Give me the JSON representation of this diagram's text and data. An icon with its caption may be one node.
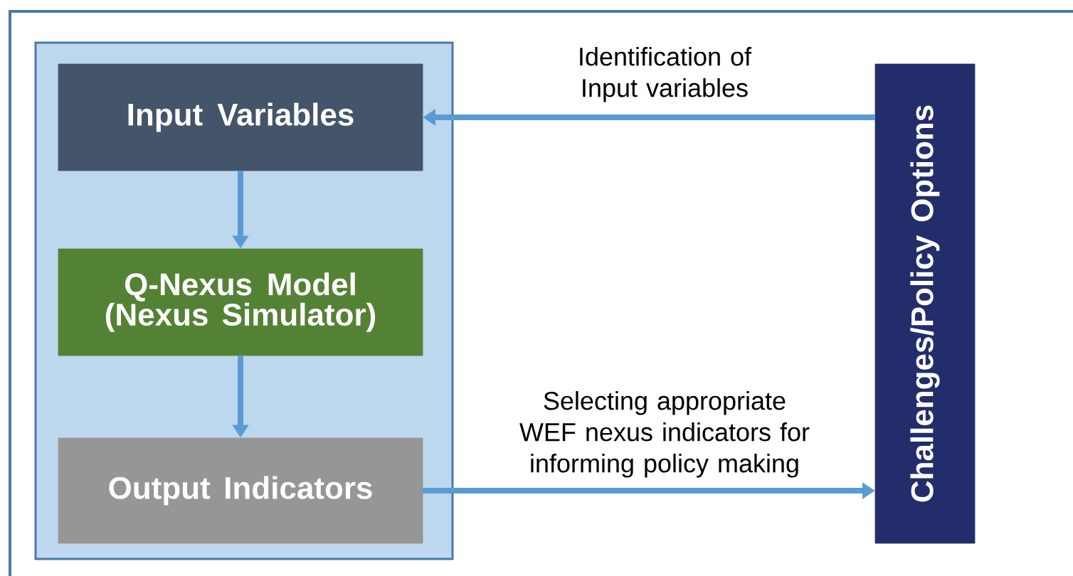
{
  "diagram": {
    "nodes": [
      {
        "text": [],
        "shape": "box"
      },
      {
        "text": [
          "Input Variables"
        ],
        "in": 0
      },
      {
        "text": [
          "Q-Nexus Model (Nexus Simulator)"
        ],
        "in": 0
      },
      {
        "text": [
          "Output Indicators"
        ],
        "in": 0
      },
      {
        "text": [
          "Challenges/Policy Options"
        ]
      }
    ],
    "edges": [
      {
        "from": 1,
        "to": 2,
        "arrow": "to"
      },
      {
        "from": 2,
        "to": 3,
        "arrow": "to"
      },
      {
        "from": 4,
        "to": 1,
        "arrow": "to",
        "label": "Identification of Input variables"
      },
      {
        "from": 3,
        "to": 4,
        "arrow": "to",
        "label": "Selecting appropriate WEF nexus indicators for informing policy making"
      }
    ]
  }
}
